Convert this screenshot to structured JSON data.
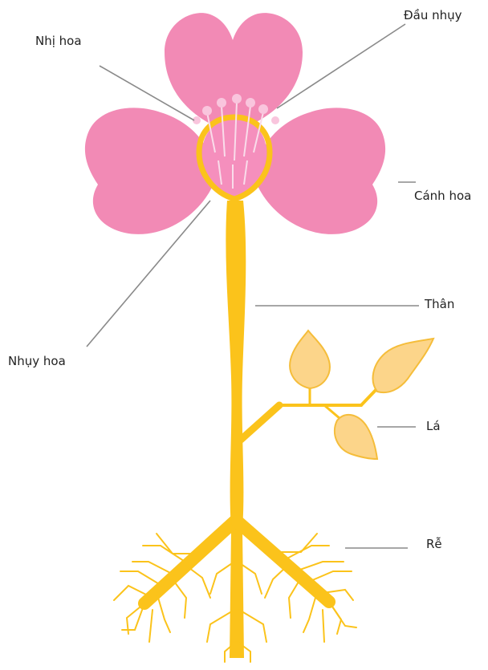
{
  "labels": {
    "stamen": "Nhị hoa",
    "stigma": "Đầu nhụy",
    "petal": "Cánh hoa",
    "stem": "Thân",
    "pistil": "Nhụy hoa",
    "leaf": "Lá",
    "root": "Rễ"
  },
  "colors": {
    "petal": "#f28ab5",
    "stem": "#fbc31b",
    "leaf": "#fcd58a",
    "leaf_outline": "#f5bd3a",
    "leader_line": "#8a8a8a",
    "anther": "#f9c5dd"
  }
}
